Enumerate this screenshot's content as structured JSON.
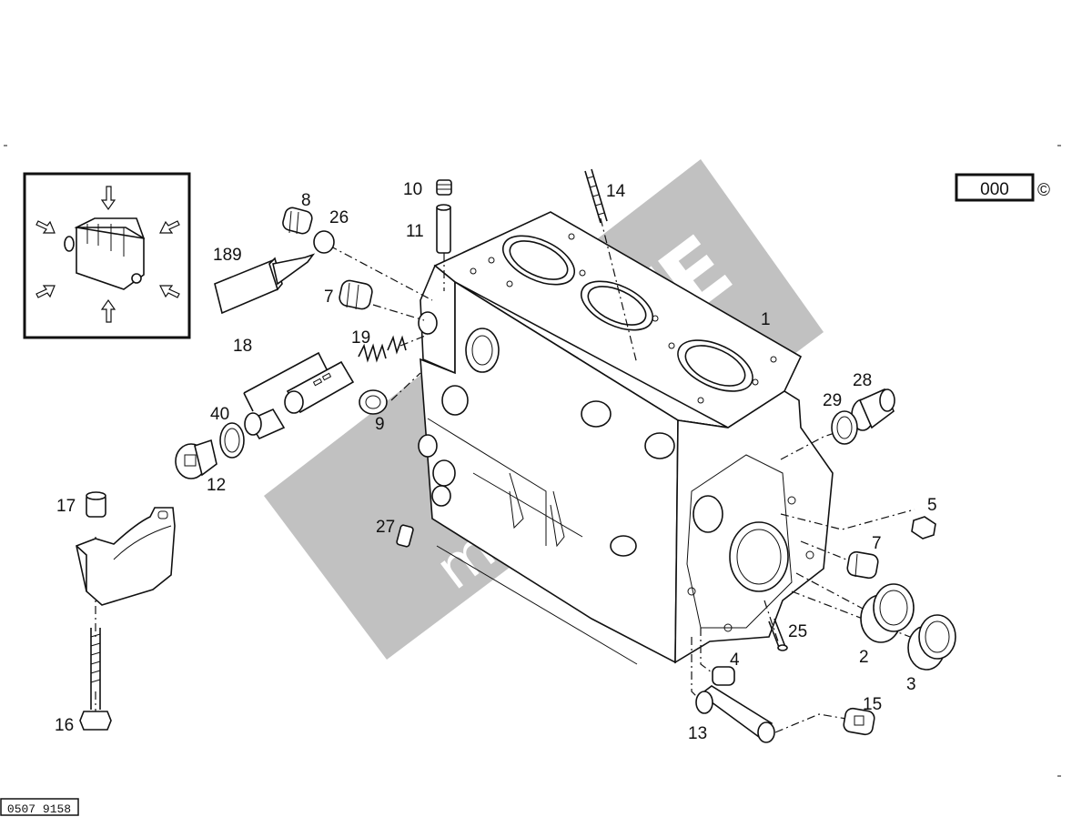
{
  "catalog_code": "000",
  "copyright_symbol": "©",
  "drawing_number": "0507  9158",
  "watermark": {
    "brand": "VENTE",
    "sub": "movimatu"
  },
  "parts": [
    {
      "id": "p1",
      "label": "1"
    },
    {
      "id": "p2",
      "label": "2"
    },
    {
      "id": "p3",
      "label": "3"
    },
    {
      "id": "p4",
      "label": "4"
    },
    {
      "id": "p5",
      "label": "5"
    },
    {
      "id": "p7a",
      "label": "7"
    },
    {
      "id": "p7b",
      "label": "7"
    },
    {
      "id": "p8",
      "label": "8"
    },
    {
      "id": "p9",
      "label": "9"
    },
    {
      "id": "p10",
      "label": "10"
    },
    {
      "id": "p11",
      "label": "11"
    },
    {
      "id": "p12",
      "label": "12"
    },
    {
      "id": "p13",
      "label": "13"
    },
    {
      "id": "p14",
      "label": "14"
    },
    {
      "id": "p15",
      "label": "15"
    },
    {
      "id": "p16",
      "label": "16"
    },
    {
      "id": "p17",
      "label": "17"
    },
    {
      "id": "p18",
      "label": "18"
    },
    {
      "id": "p19",
      "label": "19"
    },
    {
      "id": "p25",
      "label": "25"
    },
    {
      "id": "p26",
      "label": "26"
    },
    {
      "id": "p27",
      "label": "27"
    },
    {
      "id": "p28",
      "label": "28"
    },
    {
      "id": "p29",
      "label": "29"
    },
    {
      "id": "p40",
      "label": "40"
    },
    {
      "id": "p189",
      "label": "189"
    }
  ]
}
